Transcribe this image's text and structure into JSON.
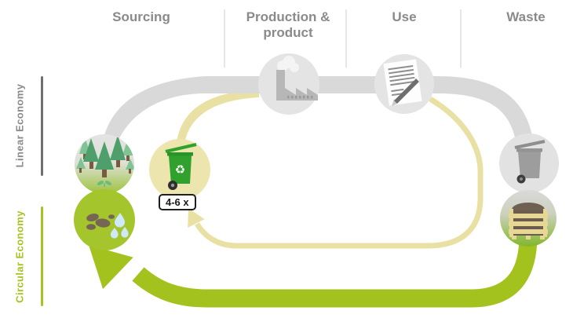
{
  "diagram": {
    "stages": [
      {
        "label": "Sourcing",
        "icon": "forest-icon"
      },
      {
        "label": "Production & product",
        "icon": "factory-icon"
      },
      {
        "label": "Use",
        "icon": "document-pen-icon"
      },
      {
        "label": "Waste",
        "icon": "waste-bin-icon"
      }
    ],
    "side_labels": {
      "linear": "Linear Economy",
      "circular": "Circular Economy"
    },
    "recycle_badge": "4-6 x",
    "circular_nodes": [
      {
        "icon": "soil-water-icon"
      },
      {
        "icon": "recycle-bin-icon"
      },
      {
        "icon": "compost-crate-icon"
      }
    ],
    "icons": {
      "recycle_symbol": "♻"
    },
    "colors": {
      "linear_band": "#d9d9d9",
      "stage_circle": "#e4e4e4",
      "recycling_loop": "#e9e1a3",
      "recycle_circle": "#ece5ae",
      "circular_green": "#a3c21e",
      "soil_circle_green": "#a4c52c",
      "bin_green": "#2fa12c",
      "header_text": "#8a8a8a",
      "badge_border": "#1f1f1f"
    }
  }
}
